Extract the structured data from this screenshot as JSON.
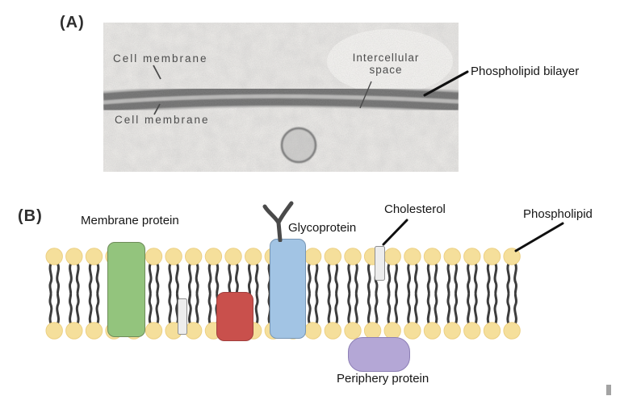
{
  "figure": {
    "panel_a": {
      "tag": "(A)",
      "em_labels": {
        "cell_membrane_top": "Cell membrane",
        "cell_membrane_bottom": "Cell membrane",
        "intercellular_line1": "Intercellular",
        "intercellular_line2": "space"
      },
      "callout": "Phospholipid bilayer"
    },
    "panel_b": {
      "tag": "(B)",
      "callouts": {
        "membrane_protein": "Membrane protein",
        "glycoprotein": "Glycoprotein",
        "cholesterol": "Cholesterol",
        "phospholipid": "Phospholipid",
        "periphery_protein": "Periphery protein"
      },
      "membrane": {
        "lipids_per_leaflet": 24,
        "colors": {
          "head": "#f5df9b",
          "tail": "#3d3d3d",
          "membrane_protein": "#93c47d",
          "glycoprotein": "#a2c4e4",
          "inner_protein": "#c9504c",
          "cholesterol": "#ededed",
          "periphery_protein": "#b4a7d6",
          "glycan": "#4a4a4a"
        }
      }
    }
  }
}
